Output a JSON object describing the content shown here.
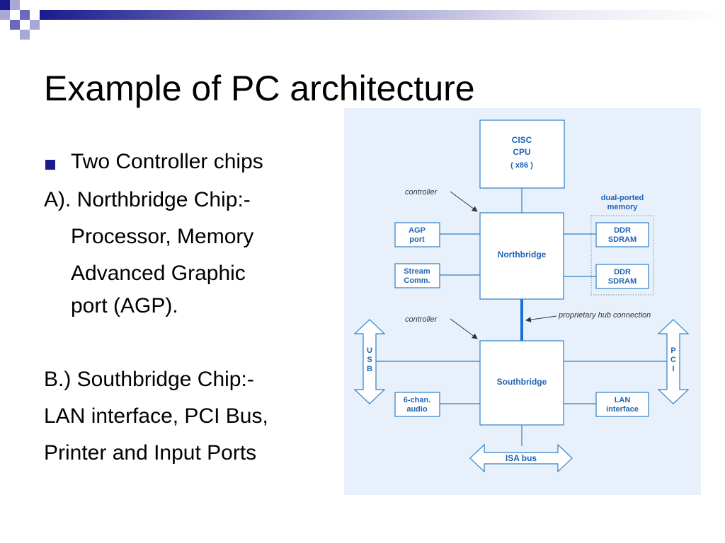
{
  "slide": {
    "title": "Example of PC architecture",
    "bullet": "Two Controller chips",
    "lines": [
      "A). Northbridge Chip:-",
      "Processor, Memory",
      "Advanced Graphic",
      "port (AGP).",
      "B.) Southbridge Chip:-",
      "LAN interface, PCI Bus,",
      "Printer and Input Ports"
    ]
  },
  "diagram": {
    "cpu": [
      "CISC",
      "CPU",
      "( x86 )"
    ],
    "northbridge": "Northbridge",
    "southbridge": "Southbridge",
    "agp": [
      "AGP",
      "port"
    ],
    "stream": [
      "Stream",
      "Comm."
    ],
    "ddr1": [
      "DDR",
      "SDRAM"
    ],
    "ddr2": [
      "DDR",
      "SDRAM"
    ],
    "dual_ported": [
      "dual-ported",
      "memory"
    ],
    "controller_north": "controller",
    "controller_south": "controller",
    "hub_connection": "proprietary hub connection",
    "usb": [
      "U",
      "S",
      "B"
    ],
    "pci": [
      "P",
      "C",
      "I"
    ],
    "audio": [
      "6-chan.",
      "audio"
    ],
    "lan": [
      "LAN",
      "interface"
    ],
    "isa": "ISA bus"
  },
  "colors": {
    "accent": "#1a1a8e",
    "diagram_bg": "#e8f1fb",
    "box_stroke": "#2f7fc8",
    "box_text": "#1f64b4",
    "hub_line": "#1a6fd0"
  }
}
